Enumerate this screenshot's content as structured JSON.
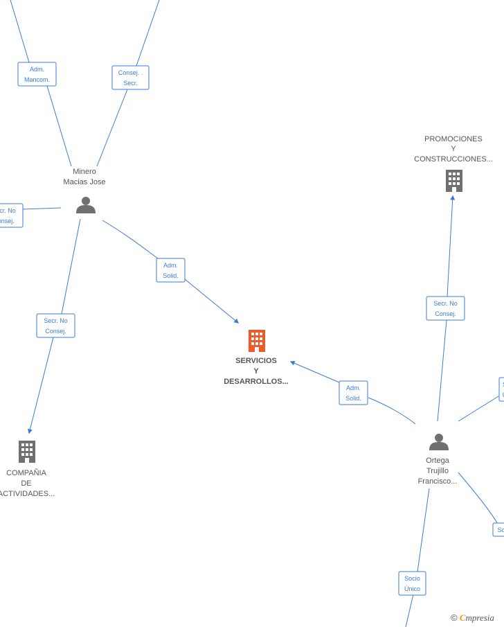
{
  "colors": {
    "edge": "#3a7bd5",
    "main_building": "#f05a28",
    "building": "#707070",
    "person": "#707070",
    "label": "#555555"
  },
  "nodes": {
    "minero": {
      "lines": [
        "Minero",
        "Macias Jose"
      ],
      "icon": "person-icon"
    },
    "ortega": {
      "lines": [
        "Ortega",
        "Trujillo",
        "Francisco..."
      ],
      "icon": "person-icon"
    },
    "servicios": {
      "lines": [
        "SERVICIOS",
        "Y",
        "DESARROLLOS..."
      ],
      "icon": "building-icon"
    },
    "promociones": {
      "lines": [
        "PROMOCIONES",
        "Y",
        "CONSTRUCCIONES..."
      ],
      "icon": "building-icon"
    },
    "compania": {
      "lines": [
        "COMPAÑIA",
        "DE",
        "ACTIVIDADES..."
      ],
      "icon": "building-icon"
    }
  },
  "edge_labels": {
    "adm_mancom": [
      "Adm.",
      "Mancom."
    ],
    "consej_secr": [
      "Consej. .",
      "Secr."
    ],
    "secr_no_consej_left": [
      "Secr.  No",
      "Consej."
    ],
    "adm_solid_minero": [
      "Adm.",
      "Solid."
    ],
    "secr_no_consej_minero": [
      "Secr.  No",
      "Consej."
    ],
    "secr_no_consej_ortega": [
      "Secr.  No",
      "Consej."
    ],
    "adm_solid_ortega": [
      "Adm.",
      "Solid."
    ],
    "socio_unico": [
      "Socio",
      "Único"
    ],
    "right_top_partial": [
      "S",
      "U"
    ],
    "right_bottom_partial": [
      "So"
    ]
  },
  "watermark": {
    "copyright": "©",
    "brand_initial": "C",
    "brand_rest": "mpresia"
  }
}
